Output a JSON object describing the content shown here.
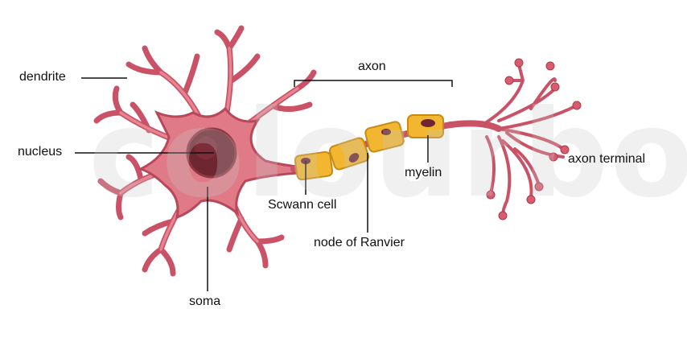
{
  "title": "Neuron structure",
  "watermark": "colourbox",
  "labels": {
    "dendrite": "dendrite",
    "nucleus": "nucleus",
    "soma": "soma",
    "axon": "axon",
    "schwann": "Scwann cell",
    "node": "node of Ranvier",
    "myelin": "myelin",
    "terminal": "axon terminal"
  },
  "colors": {
    "cell": "#e07a86",
    "cell_outline": "#b9475a",
    "nucleus": "#6e2630",
    "myelin": "#f2b630",
    "myelin_outline": "#c98a12",
    "leader": "#111111"
  }
}
